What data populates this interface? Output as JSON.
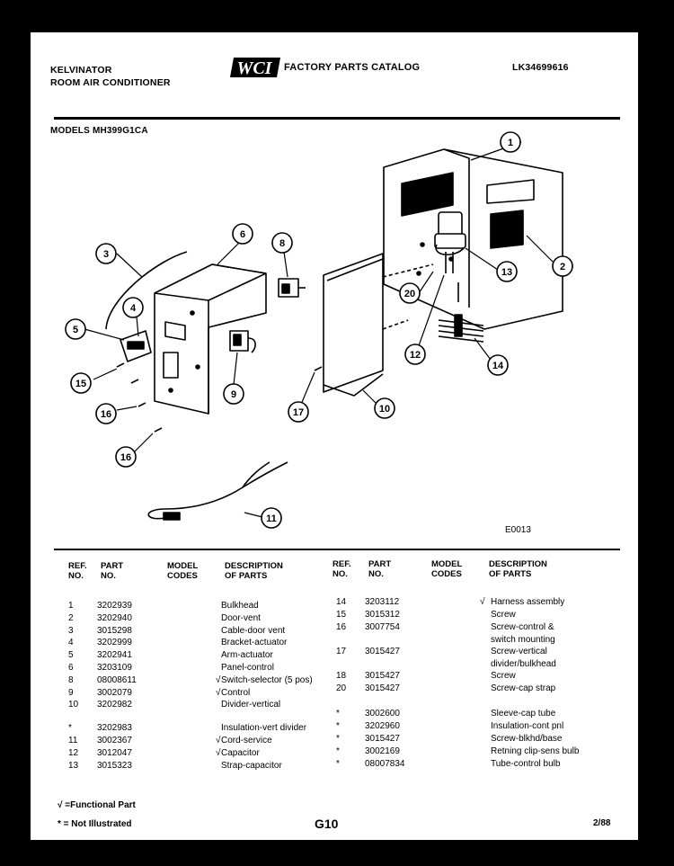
{
  "header": {
    "brand_line1": "KELVINATOR",
    "brand_line2": "ROOM AIR CONDITIONER",
    "logo_text": "WCI",
    "catalog_title": "FACTORY PARTS CATALOG",
    "catalog_number": "LK34699616",
    "models": "MODELS MH399G1CA"
  },
  "diagram": {
    "figure_code": "E0013",
    "callouts": [
      "1",
      "2",
      "3",
      "4",
      "5",
      "6",
      "8",
      "9",
      "10",
      "11",
      "12",
      "13",
      "14",
      "15",
      "16",
      "16",
      "17",
      "20"
    ]
  },
  "parts_table": {
    "headers": {
      "ref_no": "REF. NO.",
      "part_no": "PART NO.",
      "model_codes": "MODEL CODES",
      "description": "DESCRIPTION OF PARTS"
    },
    "left": [
      {
        "ref": "1",
        "part": "3202939",
        "mark": "",
        "desc": "Bulkhead"
      },
      {
        "ref": "2",
        "part": "3202940",
        "mark": "",
        "desc": "Door-vent"
      },
      {
        "ref": "3",
        "part": "3015298",
        "mark": "",
        "desc": "Cable-door vent"
      },
      {
        "ref": "4",
        "part": "3202999",
        "mark": "",
        "desc": "Bracket-actuator"
      },
      {
        "ref": "5",
        "part": "3202941",
        "mark": "",
        "desc": "Arm-actuator"
      },
      {
        "ref": "6",
        "part": "3203109",
        "mark": "",
        "desc": "Panel-control"
      },
      {
        "ref": "8",
        "part": "08008611",
        "mark": "√",
        "desc": "Switch-selector (5 pos)"
      },
      {
        "ref": "9",
        "part": "3002079",
        "mark": "√",
        "desc": "Control"
      },
      {
        "ref": "10",
        "part": "3202982",
        "mark": "",
        "desc": "Divider-vertical"
      },
      {
        "ref": "*",
        "part": "3202983",
        "mark": "",
        "desc": "Insulation-vert divider"
      },
      {
        "ref": "11",
        "part": "3002367",
        "mark": "√",
        "desc": "Cord-service"
      },
      {
        "ref": "12",
        "part": "3012047",
        "mark": "√",
        "desc": "Capacitor"
      },
      {
        "ref": "13",
        "part": "3015323",
        "mark": "",
        "desc": "Strap-capacitor"
      }
    ],
    "right": [
      {
        "ref": "14",
        "part": "3203112",
        "mark": "√",
        "desc": "Harness assembly",
        "desc2": ""
      },
      {
        "ref": "15",
        "part": "3015312",
        "mark": "",
        "desc": "Screw",
        "desc2": ""
      },
      {
        "ref": "16",
        "part": "3007754",
        "mark": "",
        "desc": "Screw-control &",
        "desc2": "switch mounting"
      },
      {
        "ref": "17",
        "part": "3015427",
        "mark": "",
        "desc": "Screw-vertical",
        "desc2": "divider/bulkhead"
      },
      {
        "ref": "18",
        "part": "3015427",
        "mark": "",
        "desc": "Screw",
        "desc2": ""
      },
      {
        "ref": "20",
        "part": "3015427",
        "mark": "",
        "desc": "Screw-cap strap",
        "desc2": ""
      },
      {
        "ref": "*",
        "part": "3002600",
        "mark": "",
        "desc": "Sleeve-cap tube",
        "desc2": ""
      },
      {
        "ref": "*",
        "part": "3202960",
        "mark": "",
        "desc": "Insulation-cont pnl",
        "desc2": ""
      },
      {
        "ref": "*",
        "part": "3015427",
        "mark": "",
        "desc": "Screw-blkhd/base",
        "desc2": ""
      },
      {
        "ref": "*",
        "part": "3002169",
        "mark": "",
        "desc": "Retning clip-sens bulb",
        "desc2": ""
      },
      {
        "ref": "*",
        "part": "08007834",
        "mark": "",
        "desc": "Tube-control bulb",
        "desc2": ""
      }
    ]
  },
  "footer": {
    "legend_functional": "√ =Functional Part",
    "legend_not_illustrated": "* = Not Illustrated",
    "page": "G10",
    "date": "2/88"
  }
}
